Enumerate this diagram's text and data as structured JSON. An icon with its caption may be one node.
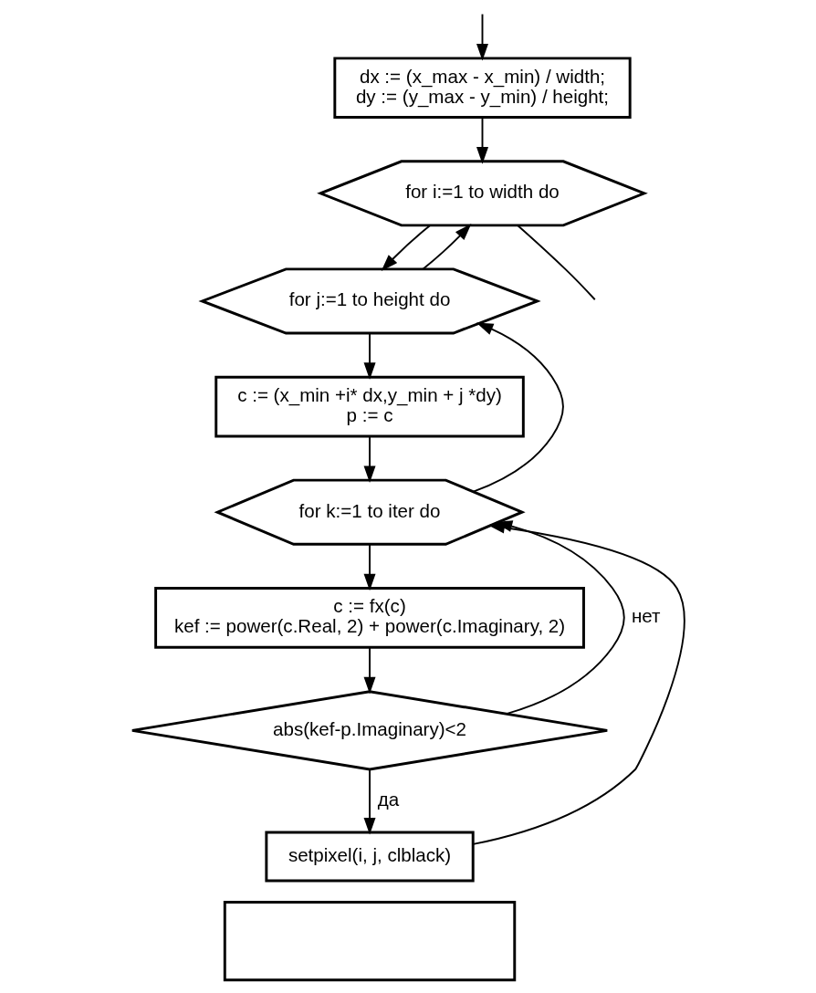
{
  "diagram": {
    "nodes": [
      {
        "text": [
          "dx := (x_max - x_min) / width;",
          "dy := (y_max - y_min) / height;"
        ]
      },
      {
        "text": [
          "for i:=1 to width do"
        ]
      },
      {
        "text": [
          "for j:=1 to height do"
        ]
      },
      {
        "text": [
          "c := (x_min +i* dx,y_min + j *dy)",
          "p := c"
        ]
      },
      {
        "text": [
          "for k:=1 to iter do"
        ]
      },
      {
        "text": [
          "c := fx(c)",
          "kef := power(c.Real, 2) + power(c.Imaginary, 2)"
        ]
      },
      {
        "text": [
          "abs(kef-p.Imaginary)<2"
        ]
      },
      {
        "text": [
          "setpixel(i, j, clblack)"
        ]
      },
      {
        "text": [],
        "shape": "box"
      }
    ],
    "edges": [
      {
        "from": null,
        "to": 0,
        "arrow": "to"
      },
      {
        "from": 0,
        "to": 1,
        "arrow": "to"
      },
      {
        "from": 1,
        "to": 2,
        "arrow": "to"
      },
      {
        "from": 2,
        "to": 3,
        "arrow": "to"
      },
      {
        "from": 3,
        "to": 4,
        "arrow": "to"
      },
      {
        "from": 4,
        "to": 5,
        "arrow": "to"
      },
      {
        "from": 5,
        "to": 6,
        "arrow": "to"
      },
      {
        "from": 6,
        "to": 7,
        "arrow": "to",
        "label": "да"
      },
      {
        "from": 6,
        "to": 4,
        "arrow": "to",
        "label": "нет"
      },
      {
        "from": 7,
        "to": 4,
        "arrow": "to"
      },
      {
        "from": 4,
        "to": 2,
        "arrow": "to"
      },
      {
        "from": 2,
        "to": 1,
        "arrow": "to"
      },
      {
        "from": 1,
        "to": null,
        "arrow": "none"
      }
    ]
  }
}
